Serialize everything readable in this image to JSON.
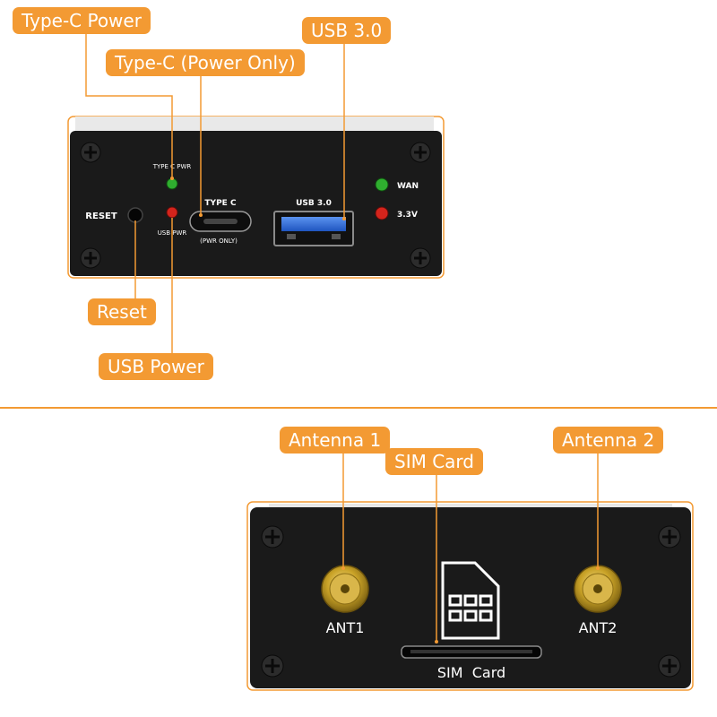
{
  "callouts": {
    "type_c_power": "Type-C Power",
    "type_c_power_only": "Type-C (Power Only)",
    "usb_3_0": "USB 3.0",
    "reset": "Reset",
    "usb_power": "USB Power",
    "antenna_1": "Antenna 1",
    "sim_card": "SIM Card",
    "antenna_2": "Antenna 2"
  },
  "front_panel": {
    "type_c_pwr_led": "TYPE C PWR",
    "usb_pwr_led": "USB PWR",
    "reset": "RESET",
    "type_c": "TYPE C",
    "pwr_only": "(PWR ONLY)",
    "usb_3_0": "USB 3.0",
    "wan": "WAN",
    "v33": "3.3V"
  },
  "back_panel": {
    "ant1": "ANT1",
    "ant2": "ANT2",
    "sim_card": "SIM  Card"
  },
  "colors": {
    "accent": "#f39a33",
    "panel": "#1a1a1a",
    "led_green": "#2fae2f",
    "led_red": "#d4241c",
    "usb_blue": "#2f6fd8",
    "connector_gold": "#c9a227"
  }
}
